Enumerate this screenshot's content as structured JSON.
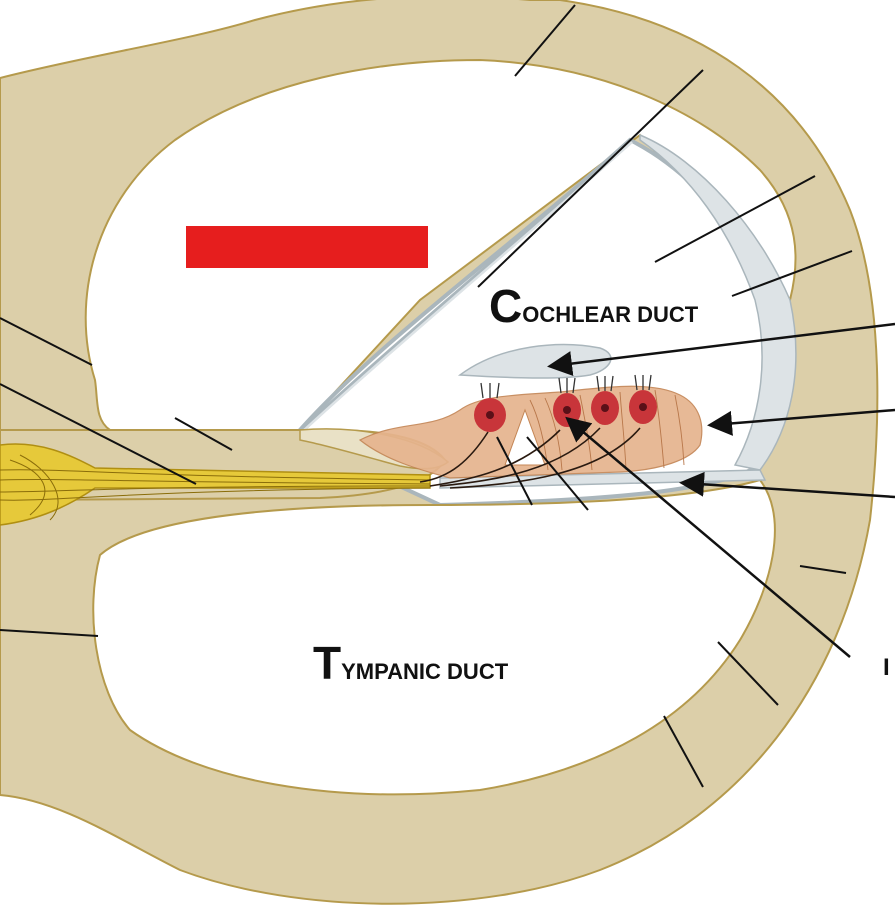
{
  "labels": {
    "cochlear_initial": "C",
    "cochlear_rest": "OCHLEAR DUCT",
    "tympanic_initial": "T",
    "tympanic_rest": "YMPANIC DUCT",
    "cut_off": "I"
  },
  "colors": {
    "bone": "#dccfa9",
    "bone_outline": "#b59a4c",
    "membrane": "#dde3e6",
    "membrane_edge": "#aab6bc",
    "nerve": "#e6c93a",
    "nerve_dark": "#b08f12",
    "organ_tissue": "#e6b48e",
    "hair_cell": "#c8353a",
    "redaction_bar": "#e61e1e",
    "leader_line": "#111111"
  }
}
